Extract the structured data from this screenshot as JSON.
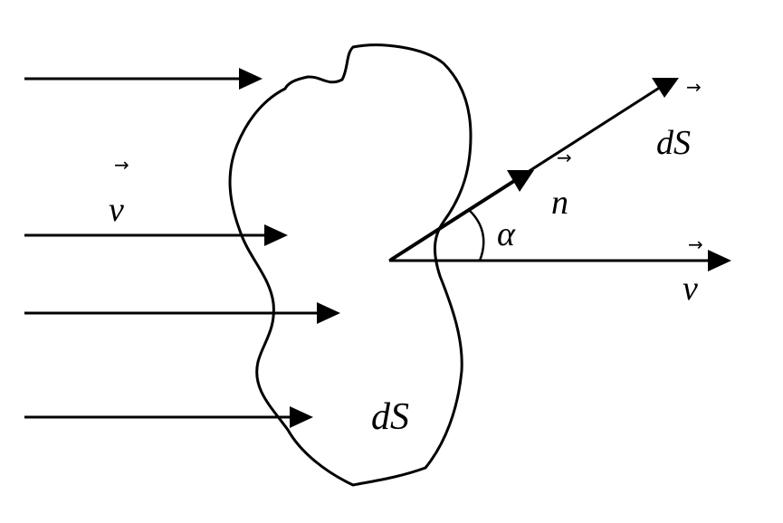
{
  "labels": {
    "v_left": "v",
    "v_left_arrow": "→",
    "n": "n",
    "n_arrow": "→",
    "dS_vector": "dS",
    "dS_vector_arrow": "→",
    "alpha": "α",
    "v_right": "v",
    "v_right_arrow": "→",
    "dS_area": "dS"
  },
  "colors": {
    "stroke": "#000000",
    "background": "#ffffff"
  }
}
